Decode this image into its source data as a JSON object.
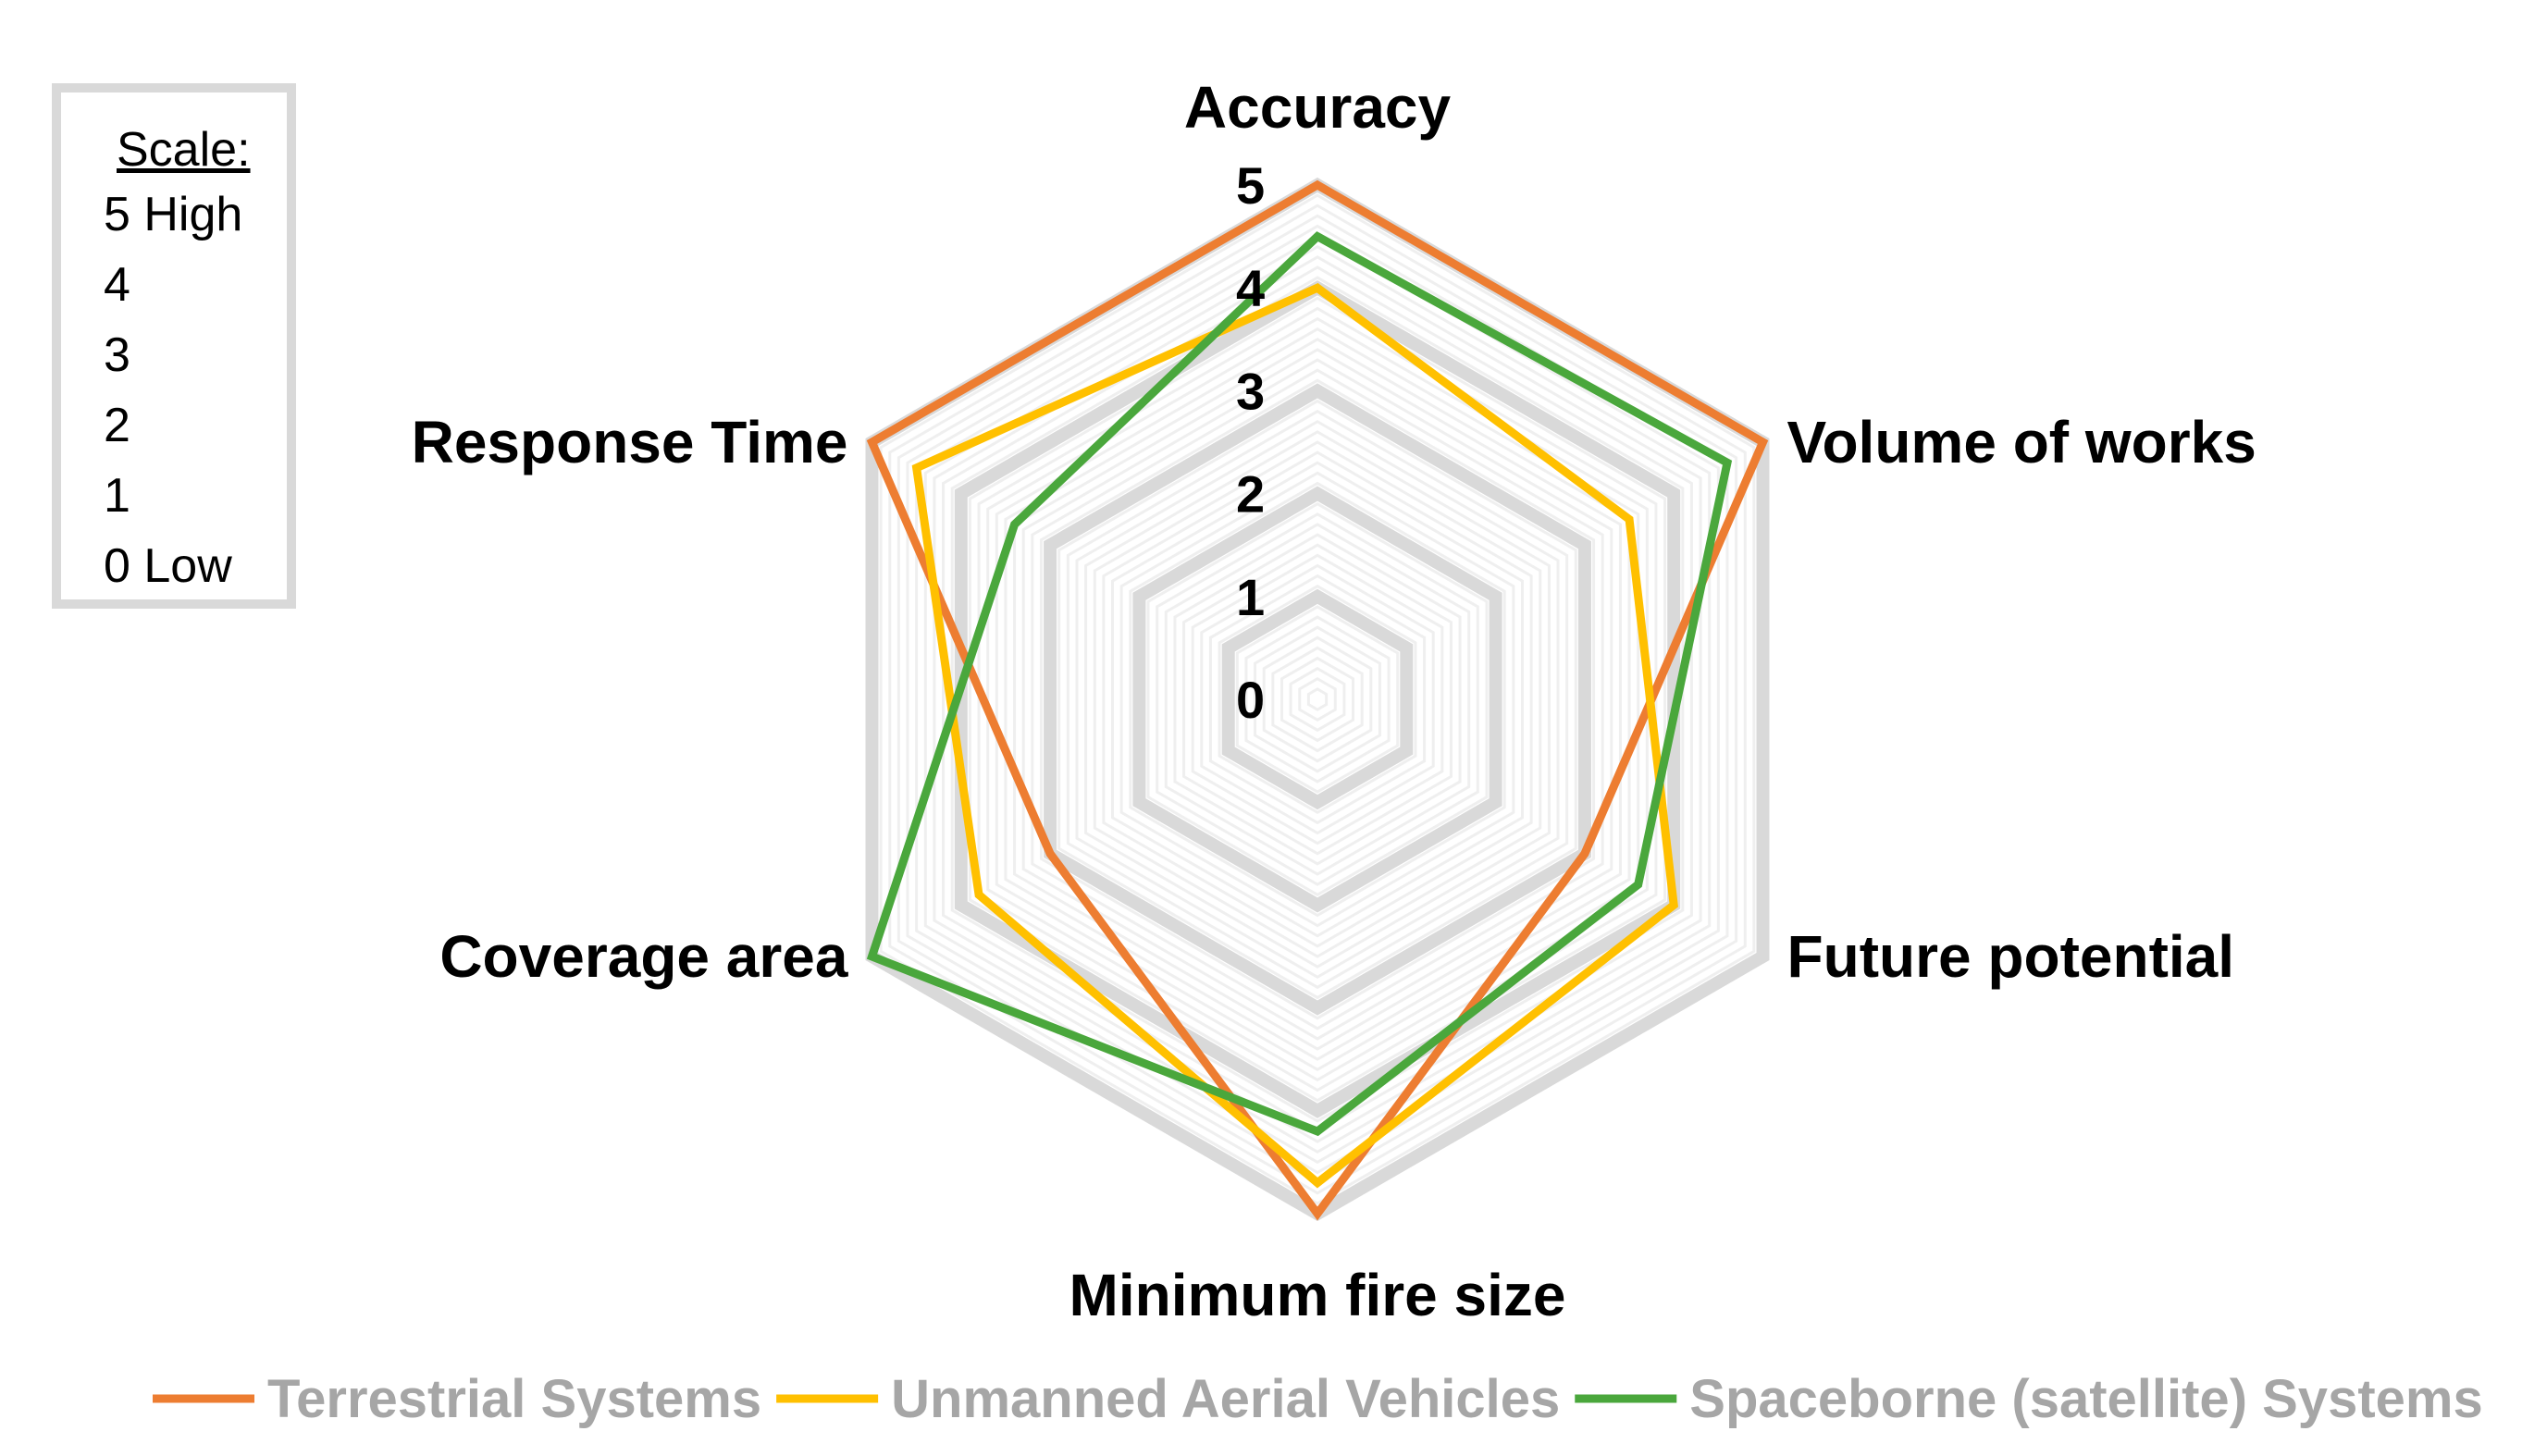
{
  "scale_legend": {
    "title": "Scale:",
    "items": [
      "5 High",
      "4",
      "3",
      "2",
      "1",
      "0 Low"
    ]
  },
  "chart_data": {
    "type": "radar",
    "axes": [
      "Accuracy",
      "Volume of works",
      "Future potential",
      "Minimum fire size",
      "Coverage area",
      "Response Time"
    ],
    "tick_labels": [
      "0",
      "1",
      "2",
      "3",
      "4",
      "5"
    ],
    "range": [
      0,
      5
    ],
    "series": [
      {
        "name": "Terrestrial Systems",
        "color": "#ed7d31",
        "values": [
          5,
          5,
          3,
          5,
          3,
          5
        ]
      },
      {
        "name": "Unmanned Aerial Vehicles",
        "color": "#ffc000",
        "values": [
          4,
          3.5,
          4,
          4.7,
          3.8,
          4.5
        ]
      },
      {
        "name": "Spaceborne (satellite) Systems",
        "color": "#4aa73c",
        "values": [
          4.5,
          4.6,
          3.6,
          4.2,
          5,
          3.4
        ]
      }
    ],
    "grid": true,
    "legend_position": "bottom"
  }
}
